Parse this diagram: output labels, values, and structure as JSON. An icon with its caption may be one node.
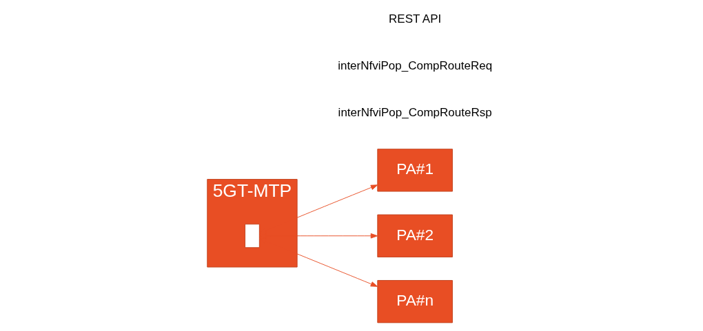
{
  "diagram": {
    "nodes": [
      {
        "text": [
          "5GT-MTP"
        ]
      },
      {
        "text": [],
        "shape": "box",
        "in": 0
      },
      {
        "text": [
          "PA#1"
        ]
      },
      {
        "text": [
          "PA#2"
        ]
      },
      {
        "text": [
          "PA#n"
        ]
      }
    ],
    "edges": [
      {
        "from": 1,
        "to": 2,
        "arrow": "both"
      },
      {
        "from": 1,
        "to": 3,
        "arrow": "both"
      },
      {
        "from": 1,
        "to": 4,
        "arrow": "both"
      }
    ],
    "labels": [
      "interNfviPop_CompRouteReq",
      "interNfviPop_CompRouteRsp",
      "REST API"
    ]
  }
}
